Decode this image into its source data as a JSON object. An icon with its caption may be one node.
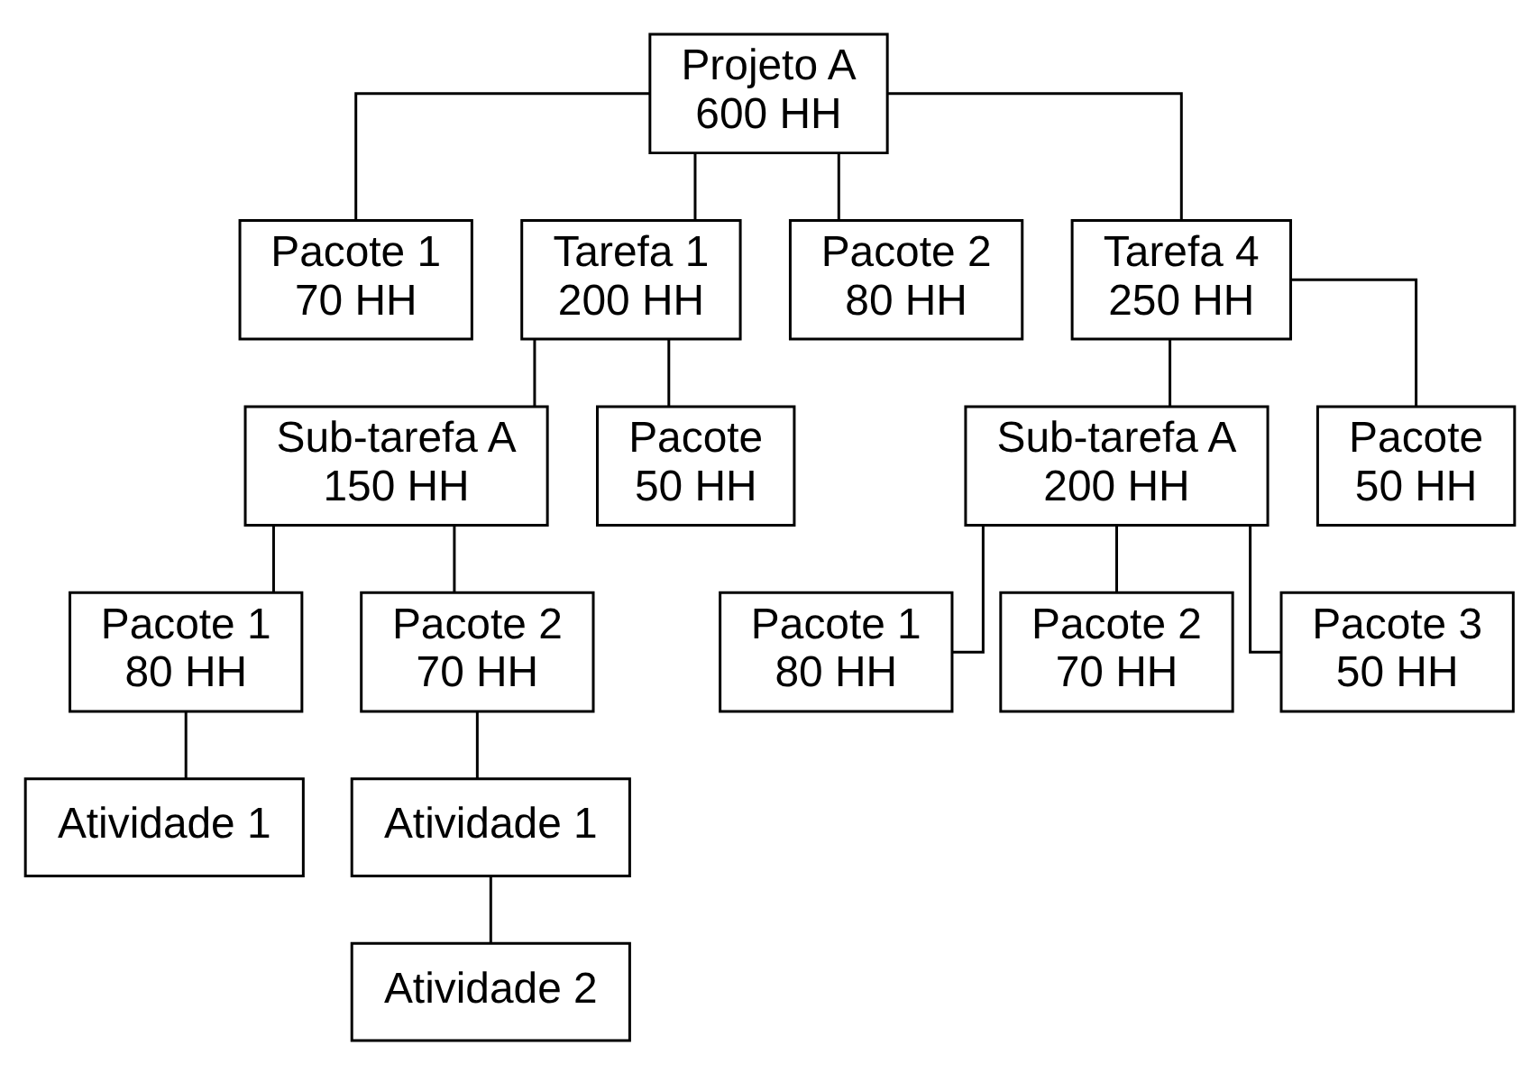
{
  "diagram": {
    "nodes": [
      {
        "text": [
          "Projeto A",
          "600 HH"
        ]
      },
      {
        "text": [
          "Pacote 1",
          "70 HH"
        ]
      },
      {
        "text": [
          "Tarefa 1",
          "200 HH"
        ]
      },
      {
        "text": [
          "Pacote 2",
          "80 HH"
        ]
      },
      {
        "text": [
          "Tarefa 4",
          "250 HH"
        ]
      },
      {
        "text": [
          "Sub-tarefa A",
          "150 HH"
        ]
      },
      {
        "text": [
          "Pacote",
          "50 HH"
        ]
      },
      {
        "text": [
          "Sub-tarefa A",
          "200 HH"
        ]
      },
      {
        "text": [
          "Pacote",
          "50 HH"
        ]
      },
      {
        "text": [
          "Pacote 1",
          "80 HH"
        ]
      },
      {
        "text": [
          "Pacote 2",
          "70 HH"
        ]
      },
      {
        "text": [
          "Pacote 1",
          "80 HH"
        ]
      },
      {
        "text": [
          "Pacote 2",
          "70 HH"
        ]
      },
      {
        "text": [
          "Pacote 3",
          "50 HH"
        ]
      },
      {
        "text": [
          "Atividade 1"
        ]
      },
      {
        "text": [
          "Atividade 1"
        ]
      },
      {
        "text": [
          "Atividade 2"
        ]
      }
    ],
    "edges": [
      {
        "from": 0,
        "to": 1,
        "arrow": "none"
      },
      {
        "from": 0,
        "to": 2,
        "arrow": "none"
      },
      {
        "from": 0,
        "to": 3,
        "arrow": "none"
      },
      {
        "from": 0,
        "to": 4,
        "arrow": "none"
      },
      {
        "from": 2,
        "to": 5,
        "arrow": "none"
      },
      {
        "from": 2,
        "to": 6,
        "arrow": "none"
      },
      {
        "from": 4,
        "to": 7,
        "arrow": "none"
      },
      {
        "from": 4,
        "to": 8,
        "arrow": "none"
      },
      {
        "from": 5,
        "to": 9,
        "arrow": "none"
      },
      {
        "from": 5,
        "to": 10,
        "arrow": "none"
      },
      {
        "from": 7,
        "to": 11,
        "arrow": "none"
      },
      {
        "from": 7,
        "to": 12,
        "arrow": "none"
      },
      {
        "from": 7,
        "to": 13,
        "arrow": "none"
      },
      {
        "from": 9,
        "to": 14,
        "arrow": "none"
      },
      {
        "from": 10,
        "to": 15,
        "arrow": "none"
      },
      {
        "from": 15,
        "to": 16,
        "arrow": "none"
      }
    ]
  }
}
